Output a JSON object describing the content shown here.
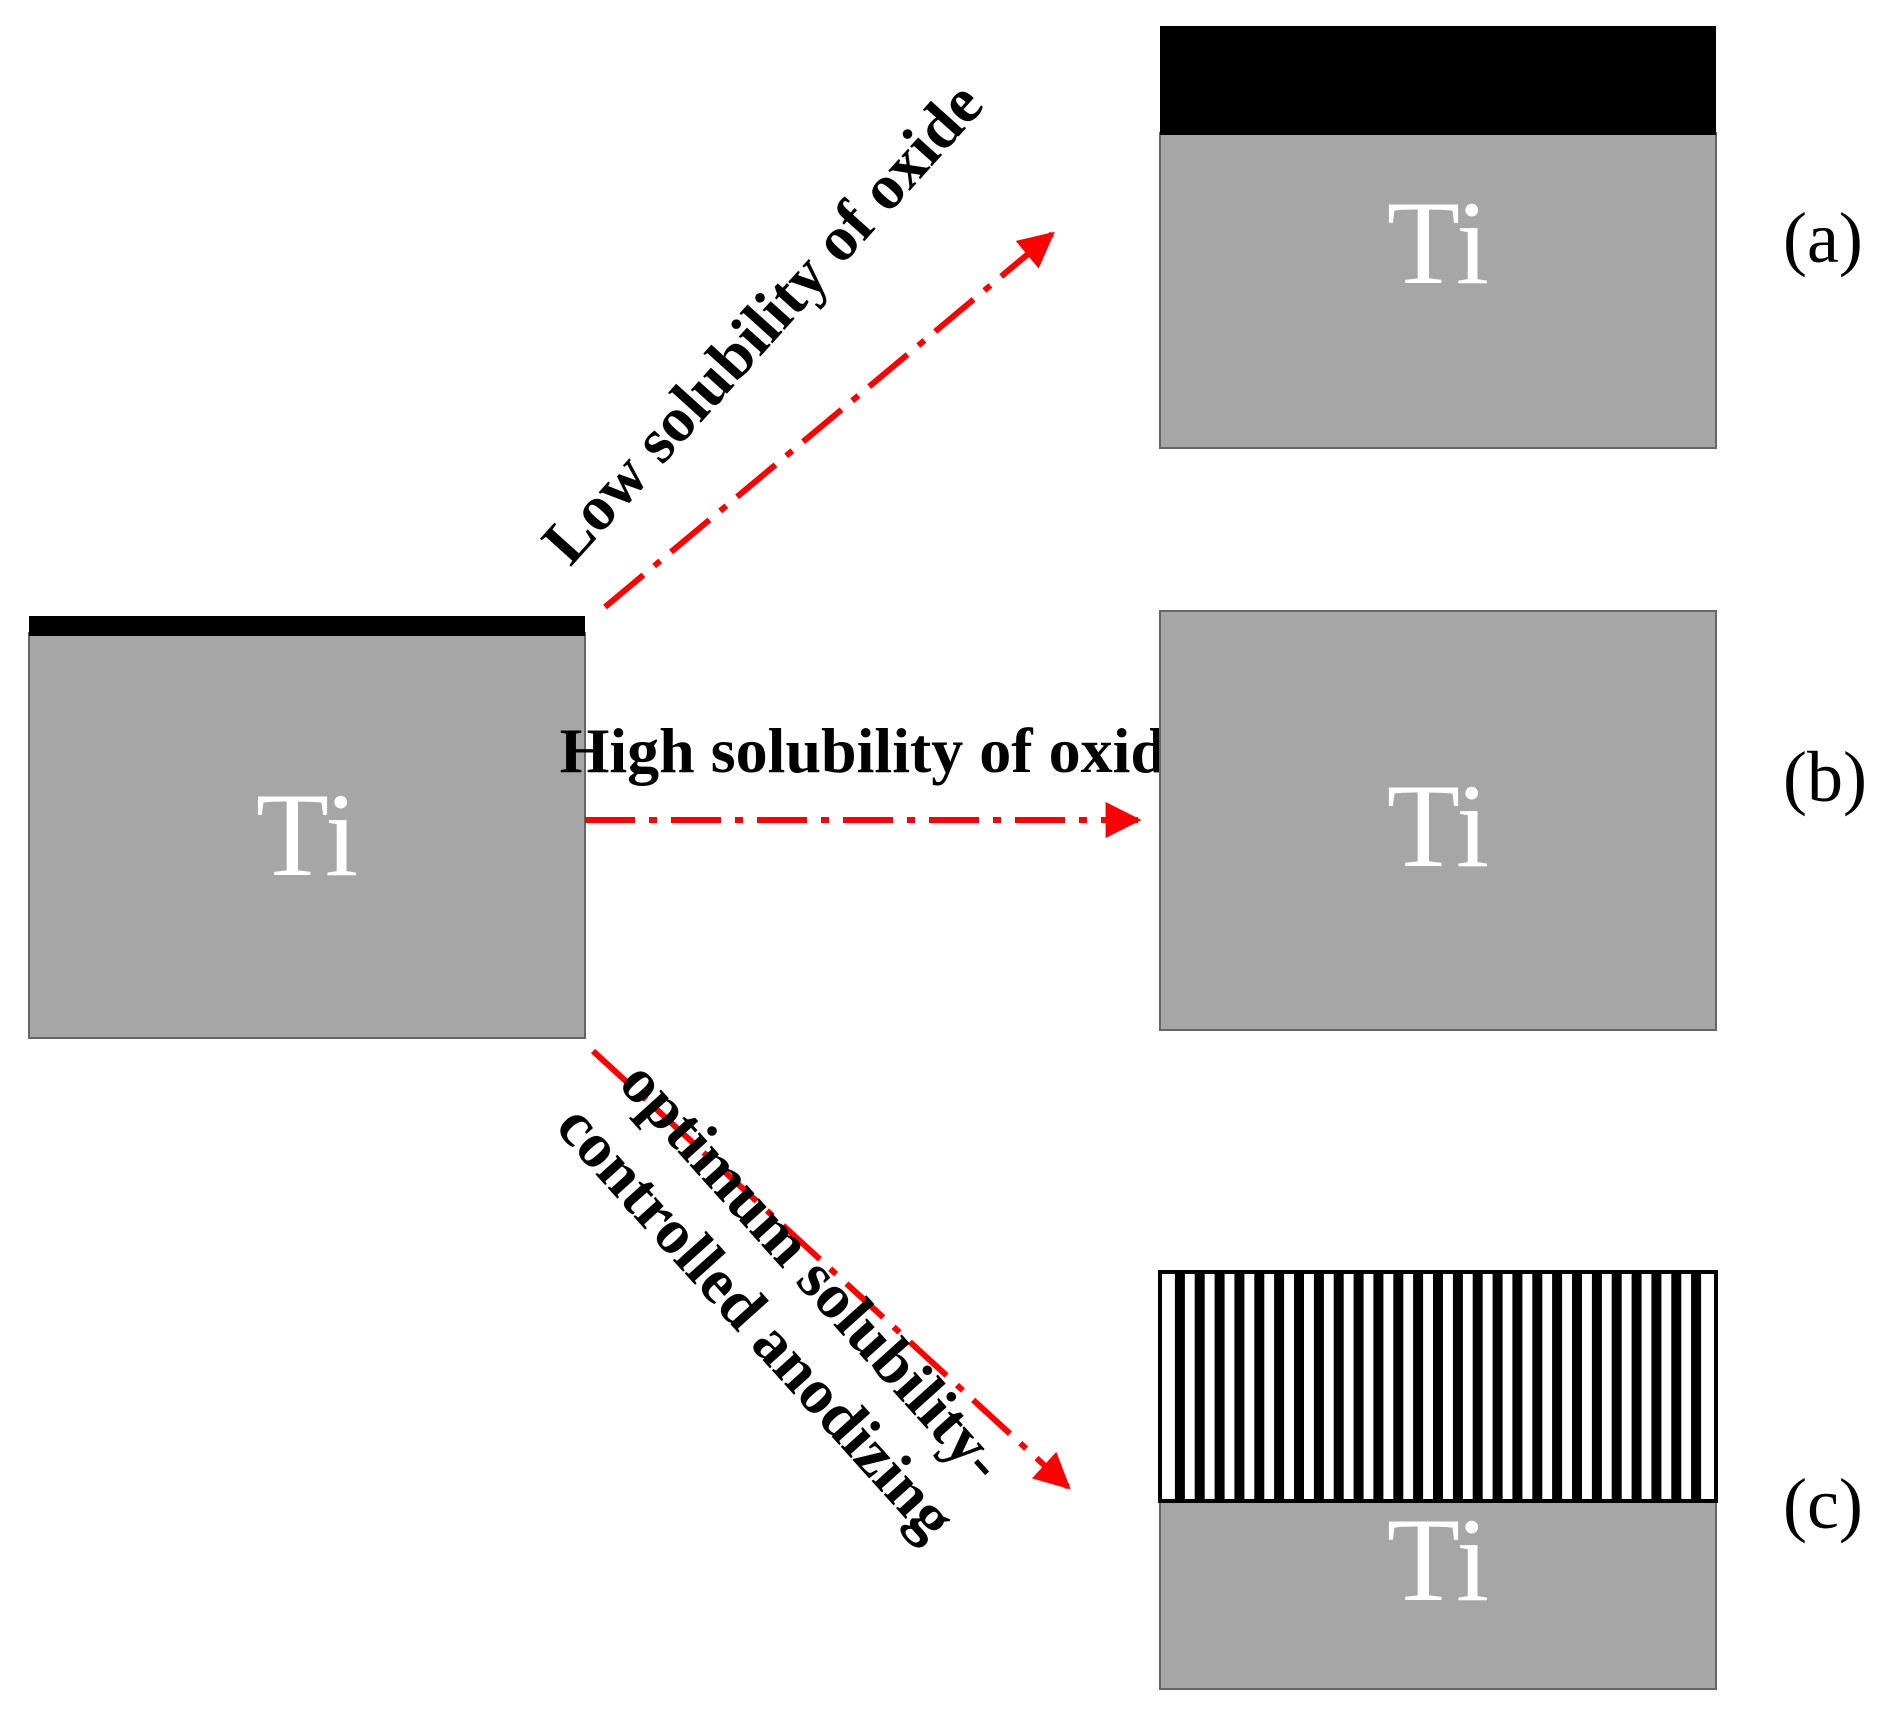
{
  "colors": {
    "titanium": "#a6a6a6",
    "oxide": "#000000",
    "arrow": "#ff0000",
    "label": "#000000",
    "metal_text": "#ffffff"
  },
  "source": {
    "metal_label": "Ti"
  },
  "paths": [
    {
      "label": "Low solubility of oxide"
    },
    {
      "label": "High solubility of oxide"
    },
    {
      "label_lines": [
        "optimum solubility-",
        "controlled anodizing"
      ]
    }
  ],
  "results": [
    {
      "metal_label": "Ti",
      "panel_label": "(a)",
      "surface": "thick compact oxide layer"
    },
    {
      "metal_label": "Ti",
      "panel_label": "(b)",
      "surface": "no oxide layer"
    },
    {
      "metal_label": "Ti",
      "panel_label": "(c)",
      "surface": "nanotube array layer"
    }
  ]
}
